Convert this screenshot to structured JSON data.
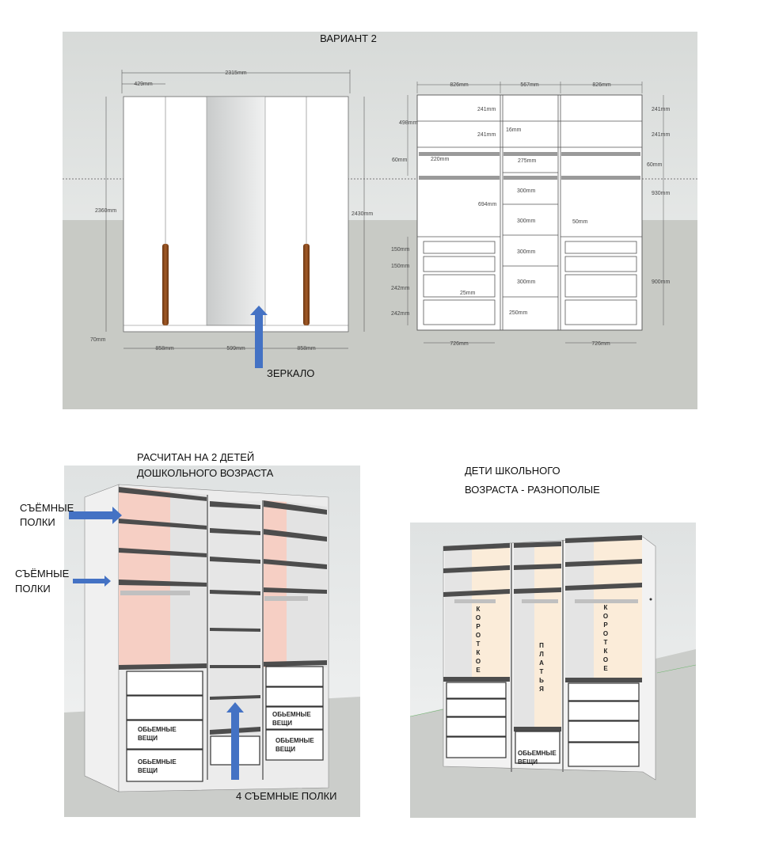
{
  "top": {
    "title": "ВАРИАНТ 2",
    "mirror_label": "ЗЕРКАЛО",
    "front_dims": {
      "overall_width": "2315mm",
      "door_width": "429mm",
      "height_inner": "2360mm",
      "height_total": "2430mm",
      "plinth": "70mm",
      "bottom_left": "858mm",
      "bottom_mid": "599mm",
      "bottom_right": "858mm"
    },
    "section_dims": {
      "top_left": "826mm",
      "top_mid": "567mm",
      "top_right": "826mm",
      "shelf_241_a": "241mm",
      "shelf_241_b": "241mm",
      "shelf_241_c": "241mm",
      "shelf_241_d": "241mm",
      "left_498": "498mm",
      "left_60": "60mm",
      "left_220": "220mm",
      "mid_16": "16mm",
      "mid_275": "275mm",
      "right_60": "60mm",
      "right_930": "930mm",
      "mid_694": "694mm",
      "mid_300_a": "300mm",
      "mid_300_b": "300mm",
      "mid_300_c": "300mm",
      "mid_300_d": "300mm",
      "gap_50": "50mm",
      "left_150_a": "150mm",
      "left_150_b": "150mm",
      "left_242_a": "242mm",
      "left_242_b": "242mm",
      "inner_25": "25mm",
      "mid_250": "250mm",
      "right_900": "900mm",
      "bottom_left": "726mm",
      "bottom_right": "726mm"
    }
  },
  "bottom_left": {
    "caption_line1": "РАСЧИТАН НА 2 ДЕТЕЙ",
    "caption_line2": "ДОШКОЛЬНОГО ВОЗРАСТА",
    "removable1_line1": "СЪЁМНЫЕ",
    "removable1_line2": "ПОЛКИ",
    "removable2_line1": "СЪЁМНЫЕ",
    "removable2_line2": "ПОЛКИ",
    "bulky1_line1": "ОБЬЕМНЫЕ",
    "bulky1_line2": "ВЕЩИ",
    "bulky2_line1": "ОБЬЕМНЫЕ",
    "bulky2_line2": "ВЕЩИ",
    "bulky3_line1": "ОБЬЕМНЫЕ",
    "bulky3_line2": "ВЕЩИ",
    "bulky4_line1": "ОБЬЕМНЫЕ",
    "bulky4_line2": "ВЕЩИ",
    "four_shelves": "4 СЪЕМНЫЕ ПОЛКИ"
  },
  "bottom_right": {
    "caption_line1": "ДЕТИ ШКОЛЬНОГО",
    "caption_line2": "ВОЗРАСТА - РАЗНОПОЛЫЕ",
    "left_vertical": "КОРОТКОЕ",
    "mid_vertical": "ПЛАТЬЯ",
    "right_vertical": "КОРОТКОЕ",
    "bulky_line1": "ОБЬЕМНЫЕ",
    "bulky_line2": "ВЕЩИ"
  },
  "colors": {
    "panel_bg": "#d4d7d3",
    "sky": "#e9ecec",
    "floor": "#c7c9c4",
    "arrow": "#4472c4",
    "pink": "#f6cfc4",
    "cream": "#fbecd9",
    "handle": "#8b4a1f"
  }
}
